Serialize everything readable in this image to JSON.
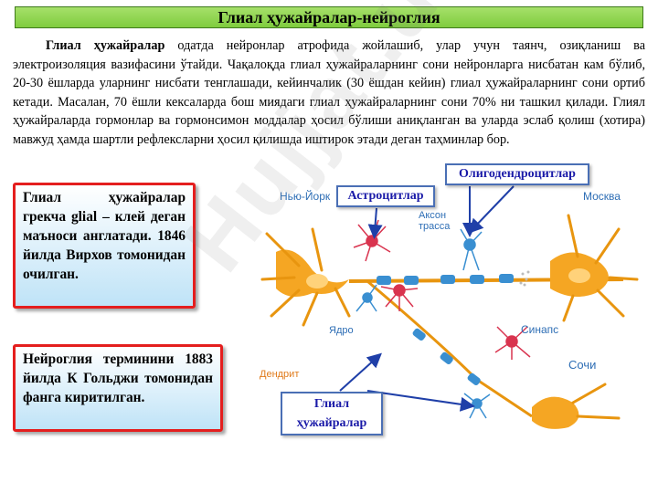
{
  "title": "Глиал ҳужайралар-нейроглия",
  "intro": {
    "lead": "Глиал ҳужайралар",
    "text": " одатда нейронлар атрофида жойлашиб, улар учун таянч, озиқланиш ва электроизоляция вазифасини ўтайди. Чақалоқда глиал ҳужайраларнинг сони нейронларга нисбатан кам бўлиб, 20-30 ёшларда уларнинг нисбати тенглашади, кейинчалик (30 ёшдан кейин) глиал ҳужайраларнинг сони ортиб кетади. Масалан, 70 ёшли кексаларда бош миядаги глиал ҳужайраларнинг сони 70% ни ташкил қилади. Глиял ҳужайраларда гормонлар ва гормонсимон моддалар ҳосил бўлиши аниқланган ва уларда эслаб қолиш (хотира) мавжуд ҳамда шартли рефлексларни ҳосил қилишда иштирок этади деган таҳминлар бор."
  },
  "box1": {
    "text": "Глиал ҳужайралар грекча glial – клей деган маъноси англатади. 1846 йилда Вирхов томонидан очилган."
  },
  "box2": {
    "text": "Нейроглия терминини 1883 йилда К Гольджи томонидан фанга киритилган."
  },
  "diagram": {
    "labels": {
      "new_york": "Нью-Йорк",
      "moscow": "Москва",
      "axon_line1": "Аксон",
      "axon_line2": "трасса",
      "nucleus": "Ядро",
      "synapse": "Синапс",
      "sochi": "Сочи",
      "dendrite": "Дендрит"
    },
    "callouts": {
      "oligodendrocytes": "Олигодендроцитлар",
      "astrocytes": "Астроцитлар",
      "glial_line1": "Глиал",
      "glial_line2": "ҳужайралар"
    },
    "colors": {
      "neuron": "#f5a623",
      "axon": "#e8950f",
      "myelin": "#3a8fd1",
      "astrocyte": "#d9344f",
      "label": "#2e6eb5",
      "dendrite_label": "#e07a1a",
      "arrow": "#1f3fa8"
    }
  },
  "watermark": "Hujjat.uz"
}
